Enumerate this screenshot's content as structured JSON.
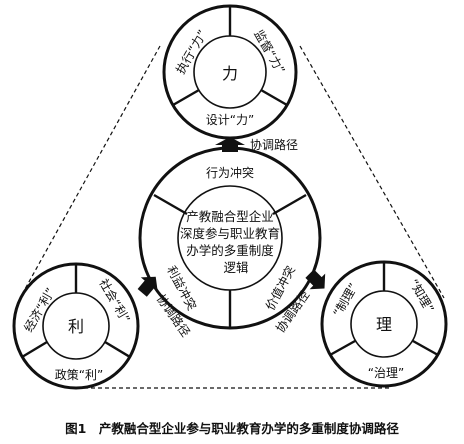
{
  "figure": {
    "caption": "图1　产教融合型企业参与职业教育办学的多重制度协调路径",
    "colors": {
      "stroke": "#111111",
      "text": "#111111",
      "background": "#ffffff"
    }
  },
  "nodes": {
    "top": {
      "center": "力",
      "segments": [
        "执行“力”",
        "监督“力”",
        "设计“力”"
      ]
    },
    "left": {
      "center": "利",
      "segments": [
        "经济“利”",
        "社会“利”",
        "政策“利”"
      ]
    },
    "right": {
      "center": "理",
      "segments": [
        "“制理”",
        "“知理”",
        "“治理”"
      ]
    },
    "middle": {
      "center_lines": [
        "产教融合型企业",
        "深度参与职业教育",
        "办学的多重制度",
        "逻辑"
      ],
      "ring_labels": [
        "行为冲突",
        "利益冲突",
        "价值冲突"
      ]
    }
  },
  "arrows": {
    "top": "协调路径",
    "left": "协调路径",
    "right": "协调路径"
  }
}
